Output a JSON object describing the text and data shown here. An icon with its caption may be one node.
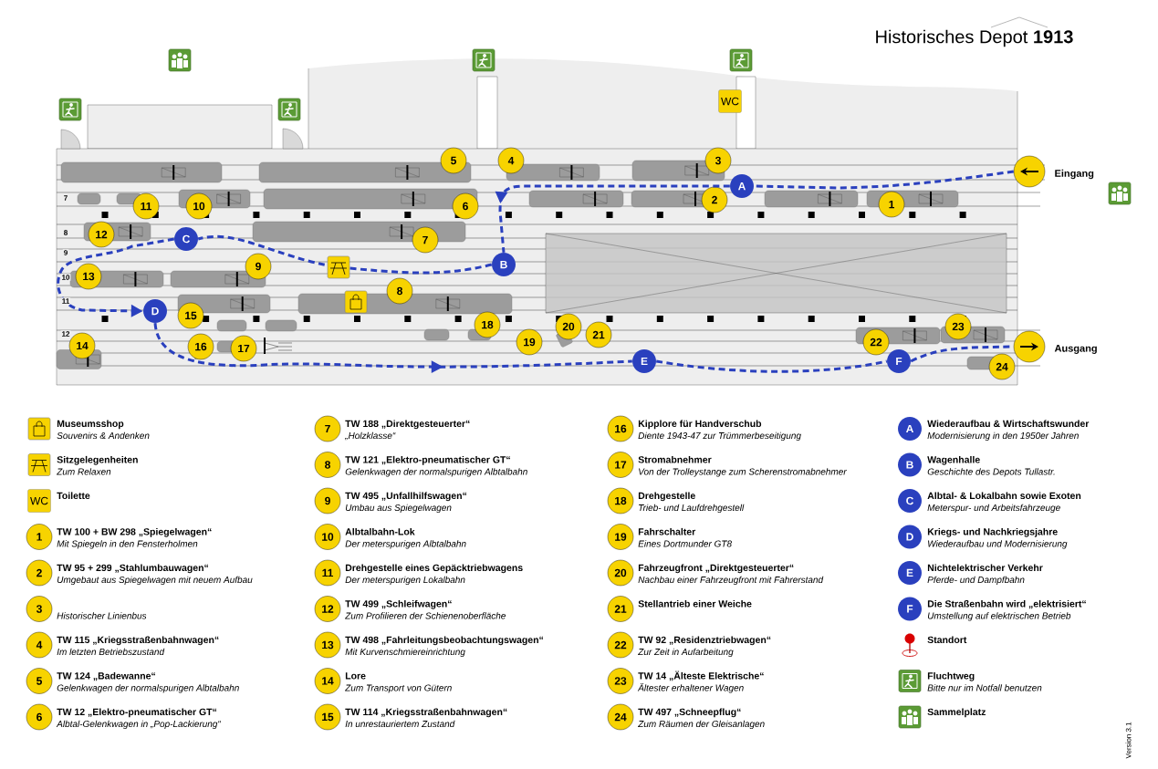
{
  "diagram": {
    "title": "Historisches Depot **1913**",
    "nodes": [
      {
        "text": [
          "1"
        ]
      },
      {
        "text": [
          "2"
        ]
      },
      {
        "text": [
          "3"
        ]
      },
      {
        "text": [
          "4"
        ]
      },
      {
        "text": [
          "5"
        ]
      },
      {
        "text": [
          "6"
        ]
      },
      {
        "text": [
          "7"
        ]
      },
      {
        "text": [
          "8"
        ]
      },
      {
        "text": [
          "9"
        ]
      },
      {
        "text": [
          "10"
        ]
      },
      {
        "text": [
          "11"
        ]
      },
      {
        "text": [
          "12"
        ]
      },
      {
        "text": [
          "13"
        ]
      },
      {
        "text": [
          "14"
        ]
      },
      {
        "text": [
          "15"
        ]
      },
      {
        "text": [
          "16"
        ]
      },
      {
        "text": [
          "17"
        ]
      },
      {
        "text": [
          "18"
        ]
      },
      {
        "text": [
          "19"
        ]
      },
      {
        "text": [
          "20"
        ]
      },
      {
        "text": [
          "21"
        ]
      },
      {
        "text": [
          "22"
        ]
      },
      {
        "text": [
          "23"
        ]
      },
      {
        "text": [
          "24"
        ]
      },
      {
        "text": [
          "A"
        ]
      },
      {
        "text": [
          "B"
        ]
      },
      {
        "text": [
          "C"
        ]
      },
      {
        "text": [
          "D"
        ]
      },
      {
        "text": [
          "E"
        ]
      },
      {
        "text": [
          "F"
        ]
      },
      {
        "text": [],
        "shape": "circle",
        "beside": [
          "Eingang"
        ]
      },
      {
        "text": [],
        "shape": "circle",
        "beside": [
          "Ausgang"
        ]
      },
      {
        "text": [
          "WC"
        ]
      },
      {
        "text": [
          "WC"
        ]
      },
      {
        "text": [
          "1"
        ]
      },
      {
        "text": [
          "2"
        ]
      },
      {
        "text": [
          "3"
        ]
      },
      {
        "text": [
          "4"
        ]
      },
      {
        "text": [
          "5"
        ]
      },
      {
        "text": [
          "6"
        ]
      },
      {
        "text": [
          "7"
        ]
      },
      {
        "text": [
          "8"
        ]
      },
      {
        "text": [
          "9"
        ]
      },
      {
        "text": [
          "10"
        ]
      },
      {
        "text": [
          "11"
        ]
      },
      {
        "text": [
          "12"
        ]
      },
      {
        "text": [
          "13"
        ]
      },
      {
        "text": [
          "14"
        ]
      },
      {
        "text": [
          "15"
        ]
      },
      {
        "text": [
          "16"
        ]
      },
      {
        "text": [
          "17"
        ]
      },
      {
        "text": [
          "18"
        ]
      },
      {
        "text": [
          "19"
        ]
      },
      {
        "text": [
          "20"
        ]
      },
      {
        "text": [
          "21"
        ]
      },
      {
        "text": [
          "22"
        ]
      },
      {
        "text": [
          "23"
        ]
      },
      {
        "text": [
          "24"
        ]
      },
      {
        "text": [
          "A"
        ]
      },
      {
        "text": [
          "B"
        ]
      },
      {
        "text": [
          "C"
        ]
      },
      {
        "text": [
          "D"
        ]
      },
      {
        "text": [
          "E"
        ]
      },
      {
        "text": [
          "F"
        ]
      }
    ],
    "edges": [
      {
        "from": 30,
        "to": 24,
        "arrow": "none",
        "style": "dashed"
      },
      {
        "from": 24,
        "to": 25,
        "arrow": "to",
        "style": "dashed"
      },
      {
        "from": 25,
        "to": 26,
        "arrow": "none",
        "style": "dashed"
      },
      {
        "from": 26,
        "to": 27,
        "arrow": "to",
        "style": "dashed"
      },
      {
        "from": 27,
        "to": 28,
        "arrow": "to",
        "style": "dashed"
      },
      {
        "from": 28,
        "to": 29,
        "arrow": "none",
        "style": "dashed"
      },
      {
        "from": 29,
        "to": 31,
        "arrow": "none",
        "style": "dashed"
      }
    ],
    "labels": [
      "7",
      "8",
      "9",
      "10",
      "11",
      "12",
      "Souvenirs & Andenken",
      "Zum Relaxen",
      "Mit Spiegeln in den Fensterholmen",
      "Umgebaut aus Spiegelwagen mit neuem Aufbau",
      "Im letzten Betriebszustand",
      "Gelenkwagen der normalspurigen Albtalbahn",
      "Albtal-Gelenkwagen in „Pop-Lackierung“",
      "„Holzklasse“",
      "Gelenkwagen der normalspurigen Albtalbahn",
      "Umbau aus Spiegelwagen",
      "Der meterspurigen Albtalbahn",
      "Der meterspurigen Lokalbahn",
      "Zum Profilieren der Schienenoberfläche",
      "Mit Kurvenschmiereinrichtung",
      "Zum Transport von Gütern",
      "In unrestauriertem Zustand",
      "Diente 1943-47 zur Trümmerbeseitigung",
      "Von der Trolleystange zum Scherenstromabnehmer",
      "Trieb- und Laufdrehgestell",
      "Eines Dortmunder GT8",
      "Nachbau einer Fahrzeugfront mit Fahrerstand",
      "Zur Zeit in Aufarbeitung",
      "Ältester erhaltener Wagen",
      "Zum Räumen der Gleisanlagen",
      "Modernisierung in den 1950er Jahren",
      "Geschichte des Depots Tullastr.",
      "Meterspur- und Arbeitsfahrzeuge",
      "Wiederaufbau und Modernisierung",
      "Pferde- und Dampfbahn",
      "Umstellung auf elektrischen Betrieb",
      "Bitte nur im Notfall benutzen",
      "Version 3.1"
    ],
    "legend": [
      {
        "text": "Museumsshop"
      },
      {
        "text": "Sitzgelegenheiten"
      },
      {
        "text": "Toilette"
      },
      {
        "text": "TW 100 + BW 298 „Spiegelwagen“"
      },
      {
        "text": "TW 95 + 299 „Stahlumbauwagen“"
      },
      {
        "text": "Historischer Linienbus"
      },
      {
        "text": "TW 115 „Kriegsstraßenbahnwagen“"
      },
      {
        "text": "TW 124 „Badewanne“"
      },
      {
        "text": "TW 12 „Elektro-pneumatischer GT“"
      },
      {
        "text": "TW 188 „Direktgesteuerter“"
      },
      {
        "text": "TW 121 „Elektro-pneumatischer GT“"
      },
      {
        "text": "TW 495 „Unfallhilfswagen“"
      },
      {
        "text": "Albtalbahn-Lok"
      },
      {
        "text": "Drehgestelle eines Gepäcktriebwagens"
      },
      {
        "text": "TW 499 „Schleifwagen“"
      },
      {
        "text": "TW 498 „Fahrleitungsbeobachtungswagen“"
      },
      {
        "text": "Lore"
      },
      {
        "text": "TW 114 „Kriegsstraßenbahnwagen“"
      },
      {
        "text": "Kipplore für Handverschub"
      },
      {
        "text": "Stromabnehmer"
      },
      {
        "text": "Drehgestelle"
      },
      {
        "text": "Fahrschalter"
      },
      {
        "text": "Fahrzeugfront „Direktgesteuerter“"
      },
      {
        "text": "Stellantrieb einer Weiche"
      },
      {
        "text": "TW 92 „Residenztriebwagen“"
      },
      {
        "text": "TW 14 „Älteste Elektrische“"
      },
      {
        "text": "TW 497 „Schneepflug“"
      },
      {
        "text": "Wiederaufbau & Wirtschaftswunder"
      },
      {
        "text": "Wagenhalle"
      },
      {
        "text": "Albtal- & Lokalbahn sowie Exoten"
      },
      {
        "text": "Kriegs- und Nachkriegsjahre"
      },
      {
        "text": "Nichtelektrischer Verkehr"
      },
      {
        "text": "Die Straßenbahn wird „elektrisiert“"
      },
      {
        "text": "Standort"
      },
      {
        "text": "Fluchtweg"
      },
      {
        "text": "Sammelplatz"
      }
    ]
  }
}
